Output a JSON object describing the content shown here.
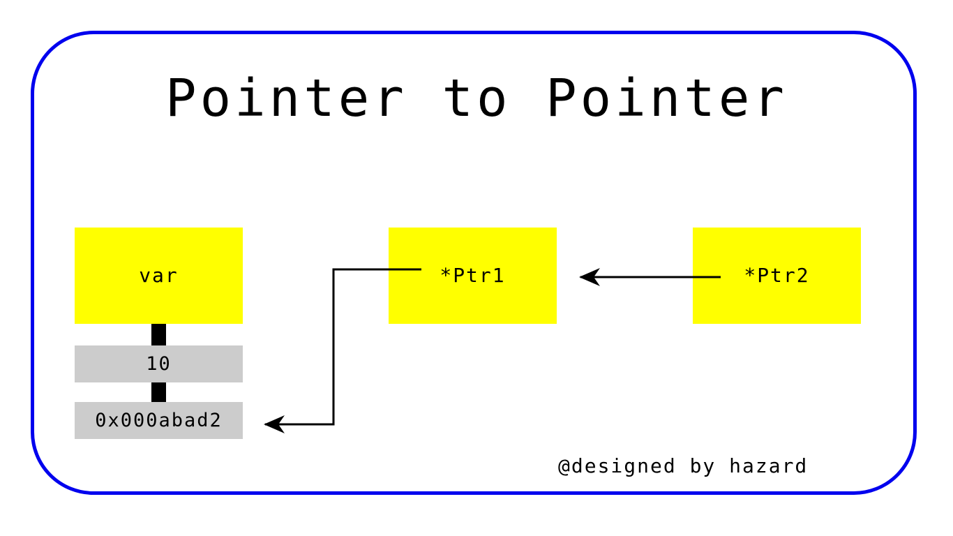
{
  "title": "Pointer to Pointer",
  "nodes": {
    "var": "var",
    "ptr1": "*Ptr1",
    "ptr2": "*Ptr2"
  },
  "memory": {
    "value": "10",
    "address": "0x000abad2"
  },
  "credit": "@designed by hazard",
  "colors": {
    "frame": "#0000ee",
    "node": "#ffff00",
    "cell": "#cccccc",
    "line": "#000000"
  }
}
